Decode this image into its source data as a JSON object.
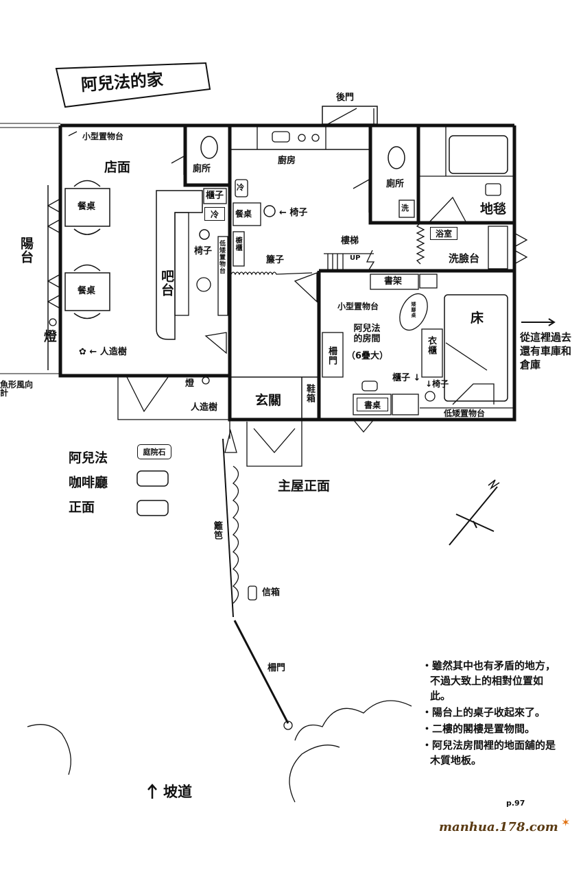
{
  "title": "阿兒法的家",
  "rooms": {
    "back_door": "後門",
    "shop": "店面",
    "small_shelf_shop": "小型置物台",
    "toilet_shop": "廁所",
    "dining_table_1": "餐桌",
    "dining_table_2": "餐桌",
    "balcony": "陽台",
    "lamp_balcony": "燈",
    "bar_counter": "吧台",
    "cabinet_bar": "櫃子",
    "fridge_bar": "冷",
    "chair_bar": "椅子",
    "low_shelf_bar": "低矮置物台",
    "artificial_tree_shop": "人造樹",
    "weathervane": "魚形風向計",
    "lamp_porch": "燈",
    "artificial_tree_porch": "人造樹",
    "kitchen": "廚房",
    "fridge_kitchen": "冷",
    "table_kitchen": "餐桌",
    "chair_kitchen": "椅子",
    "cupboard_kitchen": "櫥櫃",
    "curtain": "簾子",
    "toilet_house": "廁所",
    "washer": "洗",
    "rug": "地毯",
    "bathroom": "浴室",
    "washbasin": "洗臉台",
    "stairs": "樓梯",
    "stairs_up": "UP",
    "bookshelf": "書架",
    "small_shelf_room": "小型置物台",
    "low_table": "矮腳桌",
    "alpha_room": "阿兒法的房間",
    "room_size": "（6疊大）",
    "bed": "床",
    "wardrobe": "衣櫃",
    "fence_door_room": "柵門",
    "cabinet_room": "櫃子",
    "chair_room": "椅子",
    "desk": "書桌",
    "low_shelf_room": "低矮置物台",
    "entrance": "玄關",
    "shoe_box": "鞋箱"
  },
  "side_note": "從這裡過去還有車庫和倉庫",
  "legend": {
    "line1": "阿兒法",
    "line2": "咖啡廳",
    "line3": "正面",
    "garden_stone": "庭院石"
  },
  "outside": {
    "main_house_front": "主屋正面",
    "fence": "籬笆",
    "mailbox": "信箱",
    "gate": "柵門",
    "slope": "坡道"
  },
  "notes": [
    "・雖然其中也有矛盾的地方，不過大致上的相對位置如此。",
    "・陽台上的桌子收起來了。",
    "・二樓的閣樓是置物間。",
    "・阿兒法房間裡的地面舖的是木質地板。"
  ],
  "page_number": "p.97",
  "watermark": "manhua.178.com"
}
